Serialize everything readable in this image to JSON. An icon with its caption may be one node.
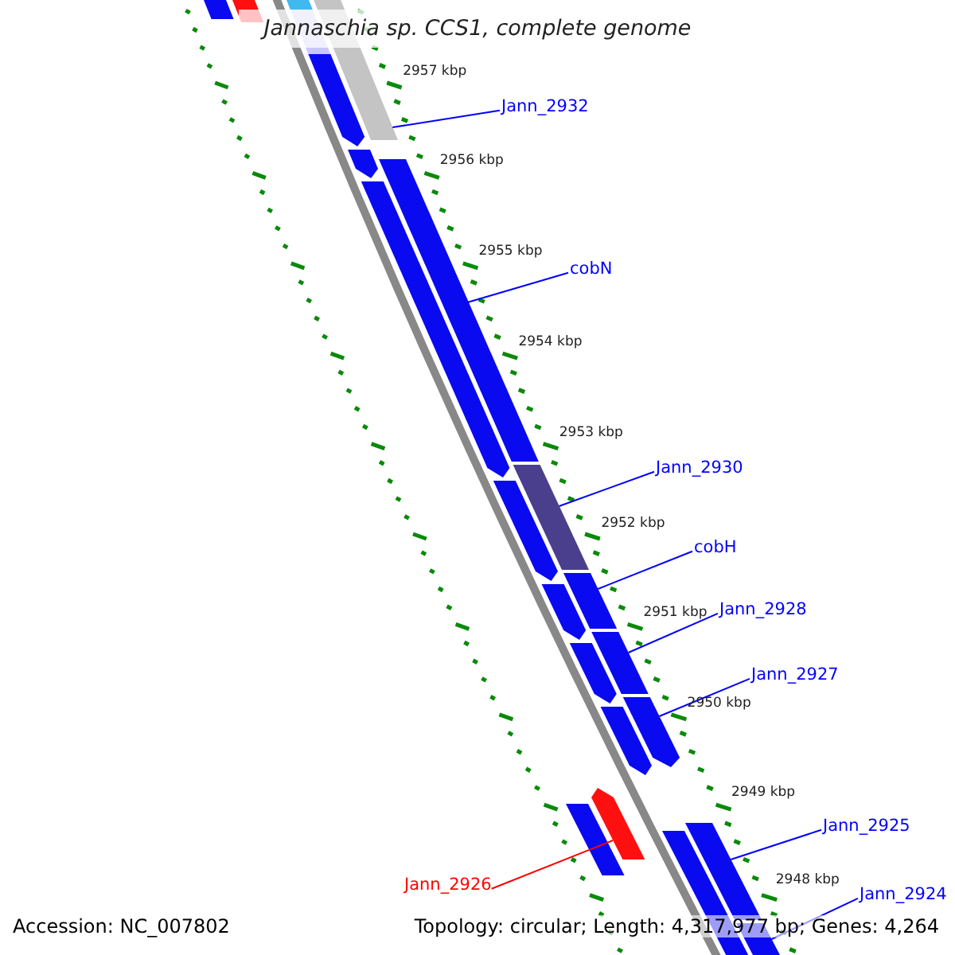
{
  "diagram": {
    "title": "Jannaschia sp. CCS1, complete genome",
    "nodes": [
      {
        "text": [
          "Jann_2932"
        ]
      },
      {
        "text": [],
        "shape": "bar"
      },
      {
        "text": [
          "cobN"
        ]
      },
      {
        "text": [],
        "shape": "bar"
      },
      {
        "text": [
          "Jann_2930"
        ]
      },
      {
        "text": [],
        "shape": "bar"
      },
      {
        "text": [
          "cobH"
        ]
      },
      {
        "text": [],
        "shape": "bar"
      },
      {
        "text": [
          "Jann_2928"
        ]
      },
      {
        "text": [],
        "shape": "bar"
      },
      {
        "text": [
          "Jann_2927"
        ]
      },
      {
        "text": [],
        "shape": "bar"
      },
      {
        "text": [
          "Jann_2925"
        ]
      },
      {
        "text": [],
        "shape": "bar"
      },
      {
        "text": [
          "Jann_2924"
        ]
      },
      {
        "text": [],
        "shape": "bar"
      },
      {
        "text": [
          "Jann_2926"
        ]
      },
      {
        "text": [],
        "shape": "bar"
      },
      {
        "text": [],
        "shape": "bar"
      },
      {
        "text": [],
        "shape": "bar"
      },
      {
        "text": [],
        "shape": "bar"
      },
      {
        "text": [],
        "shape": "bar"
      },
      {
        "text": [],
        "shape": "bar"
      },
      {
        "text": [],
        "shape": "bar"
      },
      {
        "text": [],
        "shape": "bar"
      },
      {
        "text": [],
        "shape": "bar"
      },
      {
        "text": [],
        "shape": "bar"
      },
      {
        "text": [],
        "shape": "bar"
      },
      {
        "text": [],
        "shape": "bar"
      },
      {
        "text": [],
        "shape": "bar"
      },
      {
        "text": [],
        "shape": "bar"
      }
    ],
    "edges": [
      {
        "from": 0,
        "to": 1,
        "arrow": "none"
      },
      {
        "from": 2,
        "to": 3,
        "arrow": "none"
      },
      {
        "from": 4,
        "to": 5,
        "arrow": "none"
      },
      {
        "from": 6,
        "to": 7,
        "arrow": "none"
      },
      {
        "from": 8,
        "to": 9,
        "arrow": "none"
      },
      {
        "from": 10,
        "to": 11,
        "arrow": "none"
      },
      {
        "from": 12,
        "to": 13,
        "arrow": "none"
      },
      {
        "from": 14,
        "to": 15,
        "arrow": "none"
      },
      {
        "from": 16,
        "to": 17,
        "arrow": "none",
        "color": "#ff0000"
      }
    ],
    "labels": [
      "2957 kbp",
      "2956 kbp",
      "2955 kbp",
      "2954 kbp",
      "2953 kbp",
      "2952 kbp",
      "2951 kbp",
      "2950 kbp",
      "2949 kbp",
      "2948 kbp",
      "Accession: NC_007802",
      "Topology: circular; Length: 4,317,977 bp; Genes: 4,264"
    ]
  }
}
